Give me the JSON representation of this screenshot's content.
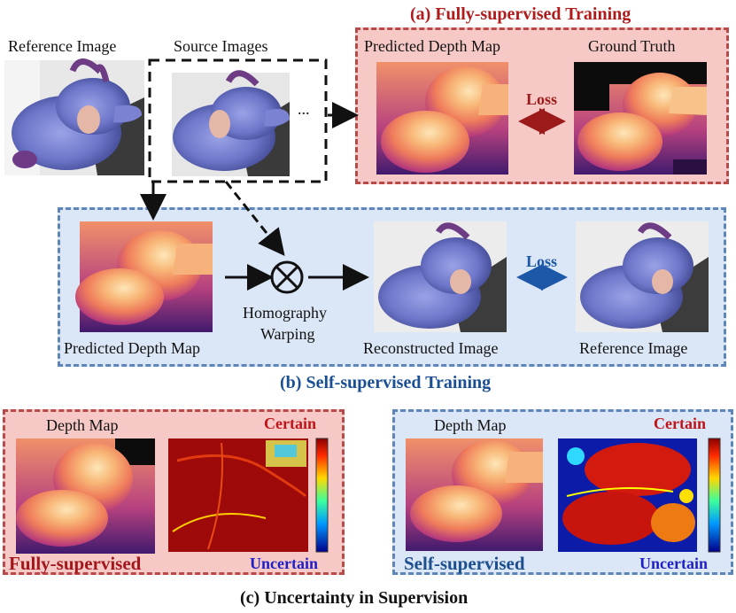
{
  "top": {
    "reference_image_label": "Reference Image",
    "source_images_label": "Source Images",
    "ellipsis": "..."
  },
  "panel_a": {
    "title": "(a) Fully-supervised Training",
    "predicted_label": "Predicted Depth Map",
    "ground_truth_label": "Ground Truth",
    "loss_label": "Loss"
  },
  "panel_b": {
    "title": "(b) Self-supervised Training",
    "predicted_label": "Predicted Depth Map",
    "warping_label_line1": "Homography",
    "warping_label_line2": "Warping",
    "reconstructed_label": "Reconstructed Image",
    "reference_label": "Reference Image",
    "loss_label": "Loss"
  },
  "panel_c": {
    "title": "(c) Uncertainty in Supervision",
    "left": {
      "depth_label": "Depth Map",
      "certain_label": "Certain",
      "uncertain_label": "Uncertain",
      "mode_label": "Fully-supervised"
    },
    "right": {
      "depth_label": "Depth Map",
      "certain_label": "Certain",
      "uncertain_label": "Uncertain",
      "mode_label": "Self-supervised"
    }
  },
  "colors": {
    "red_title": "#b11b1b",
    "blue_title": "#1a4f94",
    "certain": "#c0141b",
    "uncertain": "#1f1fc8",
    "fully_label": "#a3161b",
    "self_label": "#1d4f8f"
  }
}
